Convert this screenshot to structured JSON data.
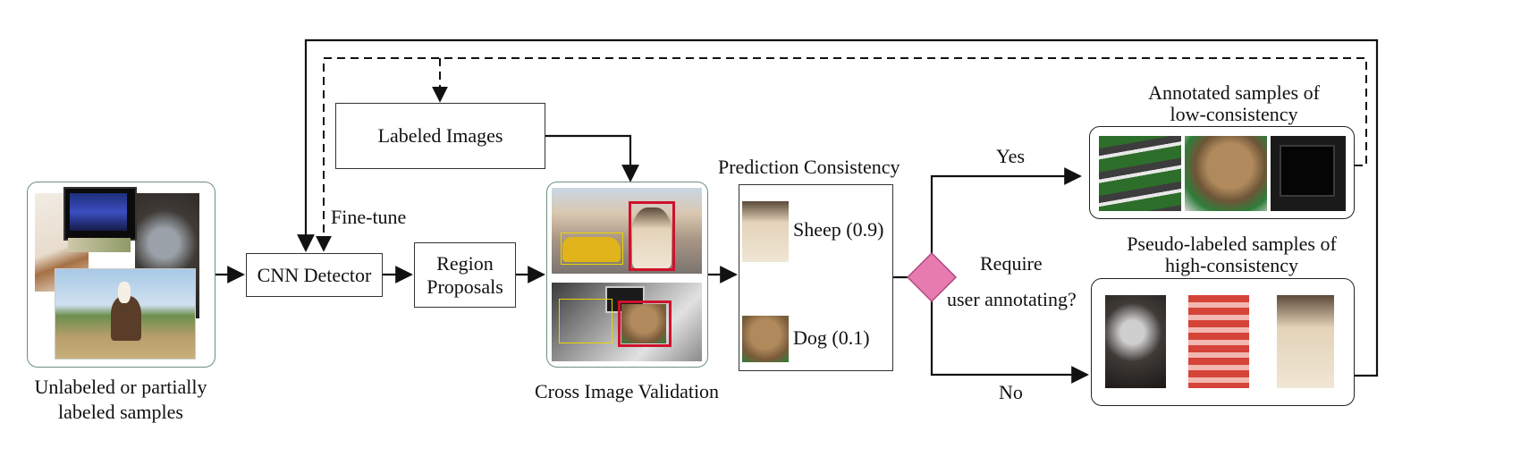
{
  "inputs": {
    "caption_line1": "Unlabeled or partially",
    "caption_line2": "labeled samples"
  },
  "nodes": {
    "labeled_images": "Labeled Images",
    "cnn_detector": "CNN Detector",
    "region_proposals_line1": "Region",
    "region_proposals_line2": "Proposals",
    "fine_tune": "Fine-tune",
    "cross_image_validation": "Cross Image Validation",
    "prediction_consistency": "Prediction Consistency"
  },
  "predictions": [
    {
      "label": "Sheep (0.9)"
    },
    {
      "label": "Dog (0.1)"
    }
  ],
  "decision": {
    "question_line1": "Require",
    "question_line2": "user annotating?",
    "yes": "Yes",
    "no": "No"
  },
  "outputs": {
    "annotated_title_line1": "Annotated samples of",
    "annotated_title_line2": "low-consistency",
    "pseudo_title_line1": "Pseudo-labeled samples of",
    "pseudo_title_line2": "high-consistency"
  },
  "colors": {
    "decision_diamond": "#e67bb0",
    "panel_border_green": "#6b8f7a",
    "bbox_red": "#d0112b",
    "bbox_yellow": "#e8d400"
  }
}
